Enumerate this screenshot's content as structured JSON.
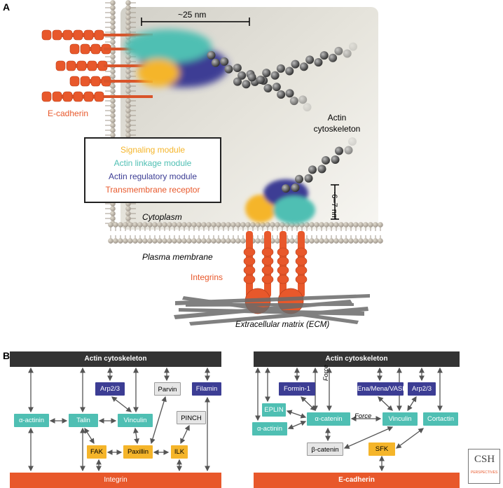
{
  "panel_a": {
    "letter": "A",
    "scale_top": "~25 nm",
    "scale_side": "~6–7 nm",
    "labels": {
      "ecadherin": "E-cadherin",
      "actin": "Actin cytoskeleton",
      "cytoplasm": "Cytoplasm",
      "membrane": "Plasma membrane",
      "integrins": "Integrins",
      "ecm": "Extracellular matrix (ECM)"
    },
    "legend": [
      {
        "label": "Signaling module",
        "color": "#f5b52a"
      },
      {
        "label": "Actin linkage module",
        "color": "#4fbfb3"
      },
      {
        "label": "Actin regulatory module",
        "color": "#3c3d94"
      },
      {
        "label": "Transmembrane receptor",
        "color": "#e8582b"
      }
    ]
  },
  "panel_b": {
    "letter": "B",
    "left": {
      "top_bar": "Actin cytoskeleton",
      "bottom_bar": "Integrin",
      "nodes": {
        "arp23": "Arp2/3",
        "parvin": "Parvin",
        "filamin": "Filamin",
        "alpha_actinin": "α-actinin",
        "talin": "Talin",
        "vinculin": "Vinculin",
        "pinch": "PINCH",
        "fak": "FAK",
        "paxillin": "Paxillin",
        "ilk": "ILK"
      }
    },
    "right": {
      "top_bar": "Actin cytoskeleton",
      "bottom_bar": "E-cadherin",
      "nodes": {
        "formin": "Formin-1",
        "ena": "Ena/Mena/VASP",
        "arp23": "Arp2/3",
        "eplin": "EPLIN",
        "alpha_catenin": "α-catenin",
        "vinculin": "Vinculin",
        "cortactin": "Cortactin",
        "alpha_actinin": "α-actinin",
        "beta_catenin": "β-catenin",
        "sfk": "SFK"
      },
      "force1": "Force",
      "force2": "Force"
    },
    "logo_text": "CSH",
    "logo_sub": "PERSPECTIVES"
  }
}
